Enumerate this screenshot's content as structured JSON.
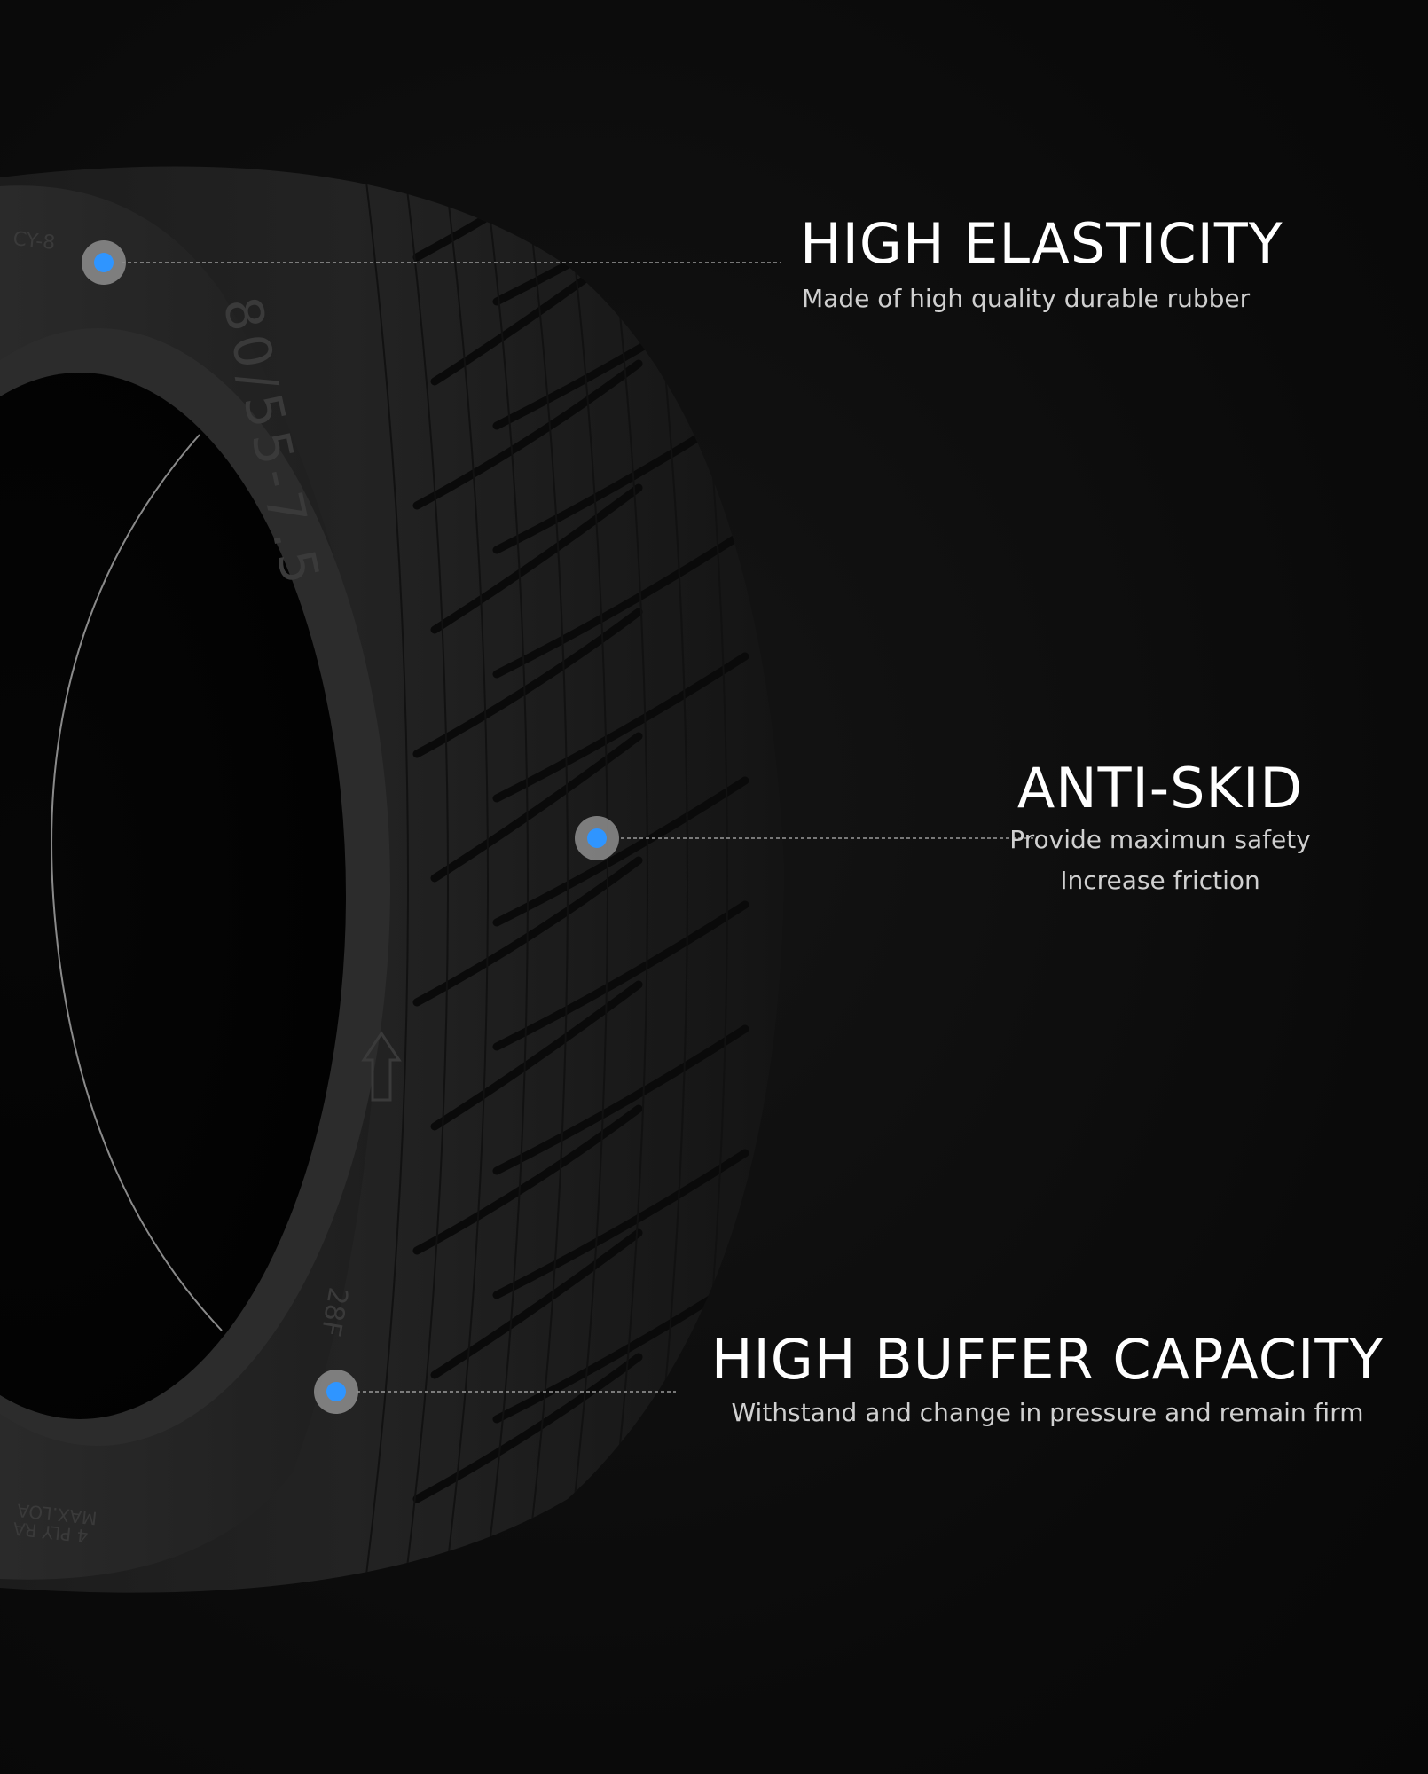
{
  "colors": {
    "background": "#0b0b0b",
    "accent_dot": "#2f95ff",
    "marker_ring": "#8e8e8e",
    "leader_line": "#9a9a9a",
    "title_text": "#ffffff",
    "desc_text": "#d0d0d0"
  },
  "tire": {
    "size_marking": "80/55-7.5",
    "model_marking": "CY-8",
    "load_marking_1": "MAX.LOA",
    "load_marking_2": "4 PLY RA",
    "side_code": "28F"
  },
  "features": [
    {
      "title": "HIGH ELASTICITY",
      "description_lines": [
        "Made of high quality durable rubber"
      ]
    },
    {
      "title": "ANTI-SKID",
      "description_lines": [
        "Provide maximun safety",
        "Increase friction"
      ]
    },
    {
      "title": "HIGH BUFFER CAPACITY",
      "description_lines": [
        "Withstand and change in pressure and remain firm"
      ]
    }
  ]
}
